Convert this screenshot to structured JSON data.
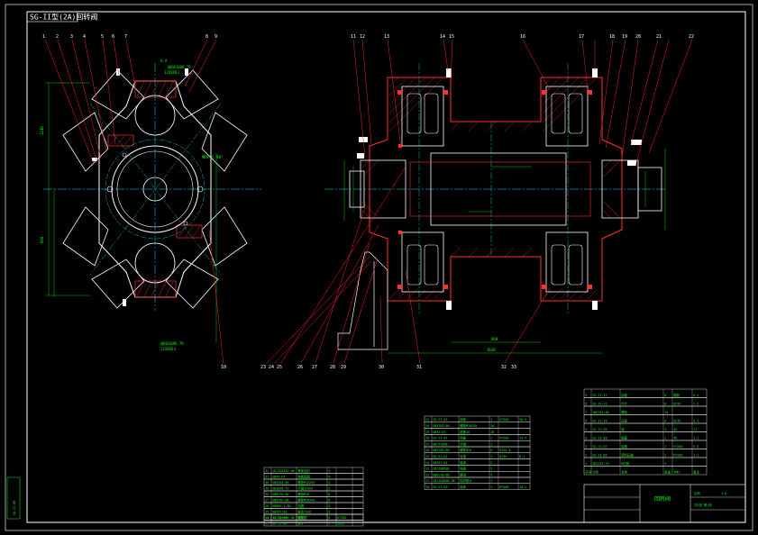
{
  "drawing": {
    "title_tag": "SG-II型(2A)回转阀",
    "colors": {
      "background": "#000000",
      "border": "#ffffff",
      "section_outline": "#ff2020",
      "hatch": "#ff3030",
      "centerline": "#00e0ff",
      "dimension": "#00ff00",
      "bearing": "#ffffff",
      "leader": "#ff2020"
    },
    "left_view": {
      "section_label": "A-A",
      "callouts_top": [
        "1",
        "2",
        "3",
        "4",
        "5",
        "6",
        "7",
        "8",
        "9"
      ],
      "note_top": "键GB1096-79",
      "note_top_2": "12X8X63",
      "note_bottom": "键GB1096-79",
      "note_bottom_2": "12X8X63",
      "note_right": "MD5 孔 90°",
      "callout_bottom": "10"
    },
    "right_view": {
      "callouts_top": [
        "11",
        "12",
        "13",
        "14",
        "15",
        "16",
        "17",
        "18",
        "19",
        "20",
        "21",
        "22"
      ],
      "callouts_bottom": [
        "23",
        "24",
        "25",
        "26",
        "27",
        "28",
        "29",
        "30",
        "31",
        "32",
        "33"
      ],
      "dim_total": "1630",
      "dim_inner": "860"
    },
    "bom_left": {
      "rows": [
        [
          "32",
          "JB/ZQ4332-86",
          "骨架油封",
          "1",
          "",
          ""
        ],
        [
          "31",
          "GB93-87",
          "弹簧垫圈",
          "4",
          "",
          ""
        ],
        [
          "30",
          "GB5783-86",
          "螺栓M12X35",
          "4",
          "",
          ""
        ],
        [
          "29",
          "GB1096-79",
          "平键12X63",
          "2",
          "",
          ""
        ],
        [
          "28",
          "GB6170-86",
          "螺母M16",
          "8",
          "",
          ""
        ],
        [
          "27",
          "GB5782-86",
          "螺栓M16X60",
          "8",
          "",
          ""
        ],
        [
          "26",
          "GB894.1-86",
          "挡圈",
          "2",
          "",
          ""
        ],
        [
          "25",
          "GB297-84",
          "轴承7316",
          "2",
          "",
          ""
        ],
        [
          "24",
          "SG-II-05",
          "端盖",
          "1",
          "HT200",
          ""
        ]
      ],
      "bottom_rows": [
        [
          "23",
          "JB/ZQ4606-86",
          "密封圈",
          "2",
          "",
          ""
        ],
        [
          "22",
          "SG-II-04",
          "转子",
          "1",
          "ZG35",
          ""
        ]
      ]
    },
    "bom_mid": {
      "rows": [
        [
          "21",
          "SG-II-03",
          "阀体",
          "1",
          "HT200",
          "56.5"
        ],
        [
          "20",
          "GB5783-86",
          "螺栓M10X30",
          "16",
          "",
          ""
        ],
        [
          "19",
          "GB93-87",
          "垫圈10",
          "16",
          "",
          ""
        ],
        [
          "18",
          "SG-II-02",
          "侧盖",
          "2",
          "HT200",
          "12.4"
        ],
        [
          "17",
          "GB/T1096",
          "平键",
          "1",
          "",
          ""
        ],
        [
          "16",
          "GB5782-86",
          "螺栓M20",
          "6",
          "Q235-A",
          ""
        ],
        [
          "15",
          "SG-II-01",
          "支架",
          "1",
          "Q235",
          "8.1"
        ],
        [
          "14",
          "GB297-84",
          "轴承",
          "2",
          "",
          ""
        ],
        [
          "13",
          "JB/ZQ4606",
          "毡圈",
          "2",
          "",
          ""
        ],
        [
          "12",
          "GB6170-86",
          "螺母",
          "4",
          "",
          ""
        ]
      ],
      "bottom_rows": [
        [
          "11",
          "JB/ZQ4606-86",
          "密封垫片",
          "1",
          "",
          ""
        ],
        [
          "10",
          "SG-II-00",
          "壳体",
          "1",
          "HT200",
          "44.1"
        ]
      ]
    },
    "bom_right": {
      "rows": [
        [
          "9",
          "SG-II-12",
          "刮板",
          "8",
          "橡胶",
          "0.5"
        ],
        [
          "8",
          "SG-II-11",
          "叶片",
          "8",
          "Q235",
          "1.5"
        ],
        [
          "7",
          "GB5783-86",
          "螺栓",
          "16",
          "",
          ""
        ],
        [
          "6",
          "SG-II-10",
          "压板",
          "8",
          "Q235",
          "0.3"
        ],
        [
          "5",
          "SG-II-09",
          "轴",
          "1",
          "45",
          "21"
        ],
        [
          "4",
          "SG-II-08",
          "轴套",
          "2",
          "45",
          "1.1"
        ],
        [
          "3",
          "SG-II-07",
          "端盖",
          "2",
          "HT200",
          "3.5"
        ],
        [
          "2",
          "SG-II-06",
          "填料压盖",
          "2",
          "HT200",
          "1.2"
        ],
        [
          "1",
          "GB1235-76",
          "O形圈",
          "2",
          "",
          ""
        ]
      ],
      "header": [
        "序号",
        "代号",
        "名称",
        "数量",
        "材料",
        "备注"
      ]
    },
    "title_block": {
      "name": "回转阀",
      "scale_label": "比例",
      "scale_value": "1:5",
      "sheet_label": "共1张 第1张"
    },
    "side_stamp": "SG-II-00"
  }
}
